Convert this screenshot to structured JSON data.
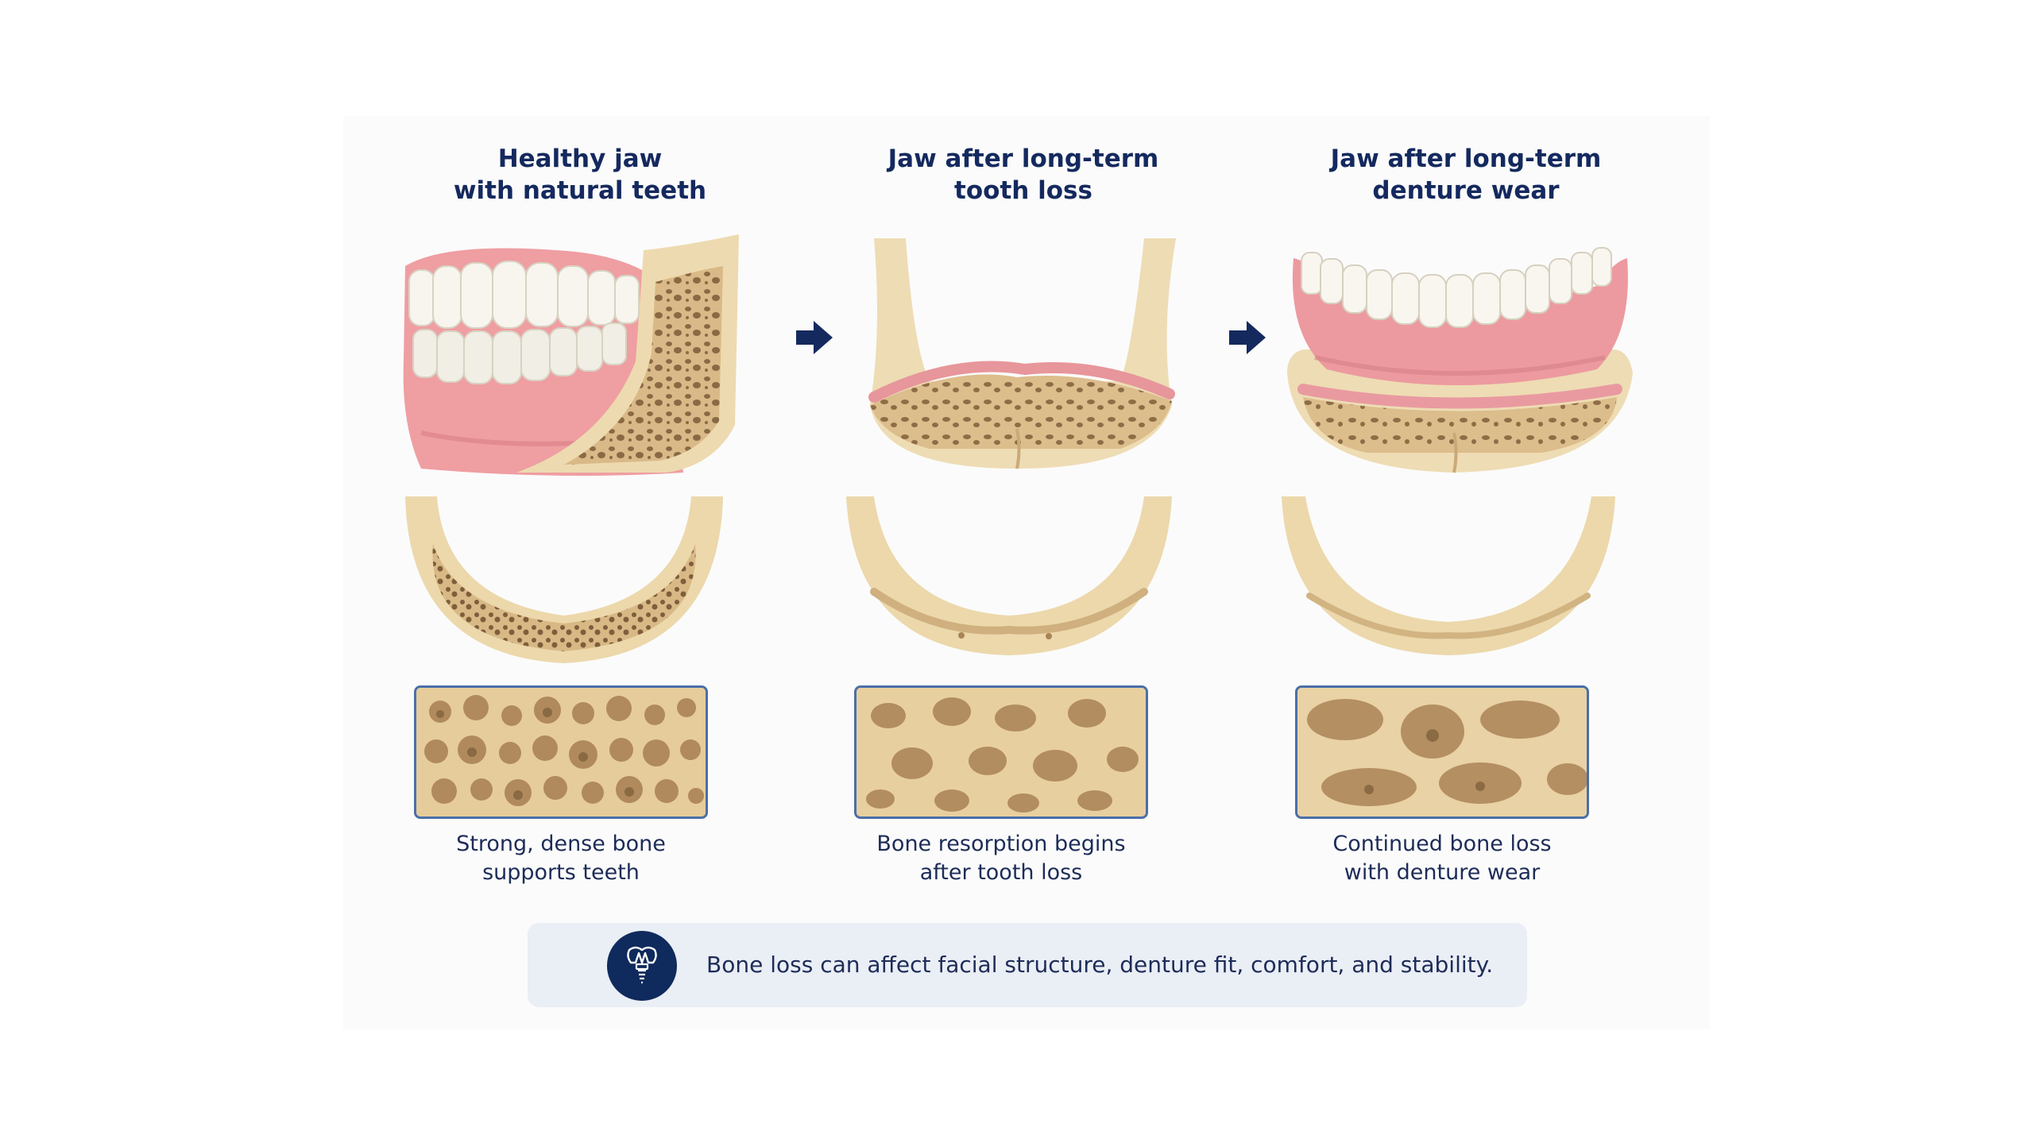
{
  "stages": [
    {
      "title_line1": "Healthy jaw",
      "title_line2": "with natural teeth",
      "caption_line1": "Strong, dense bone",
      "caption_line2": "supports teeth"
    },
    {
      "title_line1": "Jaw after long-term",
      "title_line2": "tooth loss",
      "caption_line1": "Bone resorption begins",
      "caption_line2": "after tooth loss"
    },
    {
      "title_line1": "Jaw after long-term",
      "title_line2": "denture wear",
      "caption_line1": "Continued bone loss",
      "caption_line2": "with denture wear"
    }
  ],
  "banner": {
    "text": "Bone loss can affect facial structure, denture fit, comfort, and stability.",
    "icon": "tooth-implant-icon"
  },
  "colors": {
    "heading": "#14295e",
    "text": "#1d2c58",
    "bone": "#e6d0a2",
    "gum": "#e59a9c",
    "frame": "#4a6fa8",
    "banner_bg": "#eaeef5",
    "badge": "#0f2a5c"
  }
}
